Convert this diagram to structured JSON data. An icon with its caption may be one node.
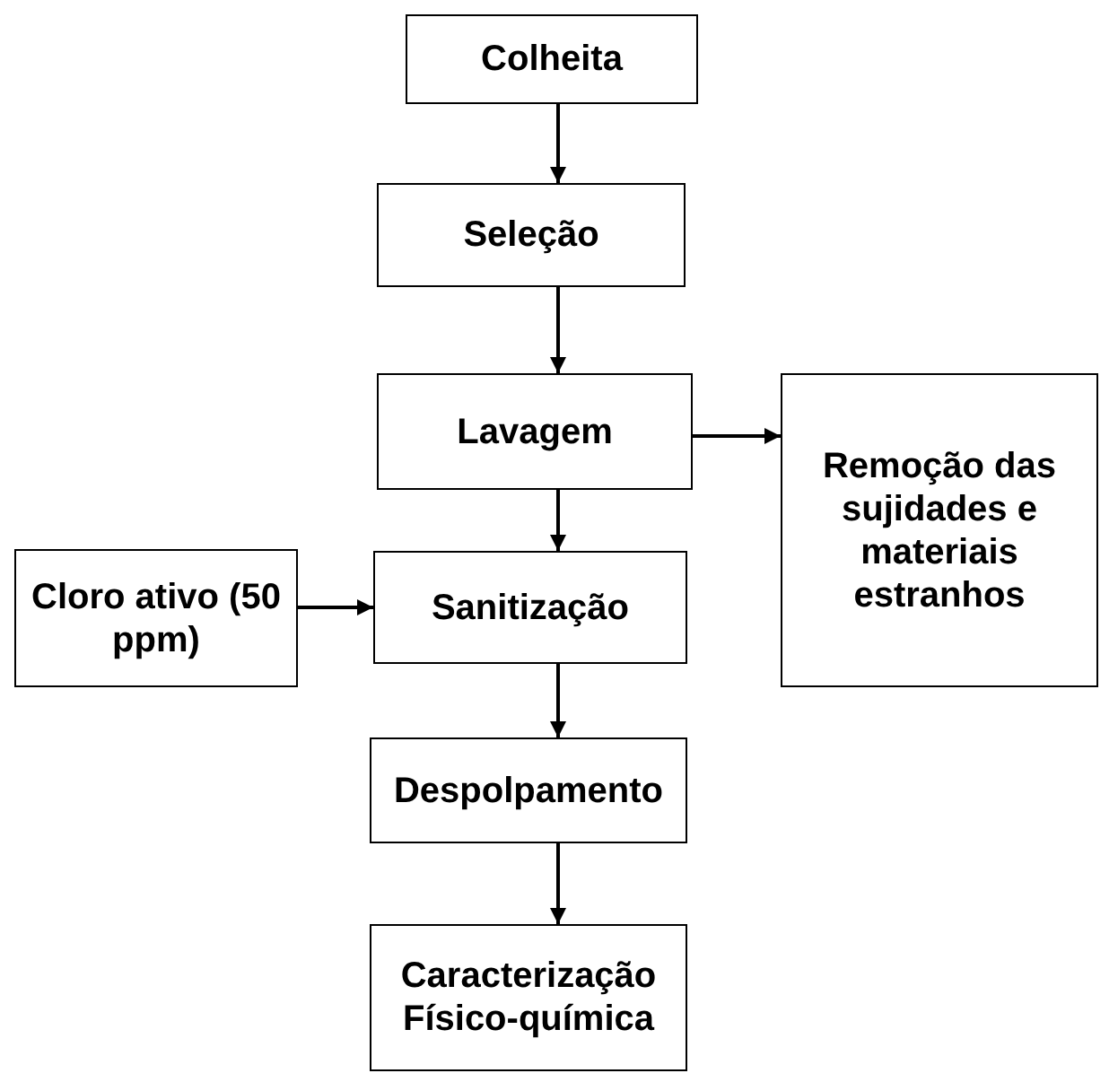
{
  "diagram": {
    "nodes": [
      {
        "text": [
          "Colheita"
        ]
      },
      {
        "text": [
          "Seleção"
        ]
      },
      {
        "text": [
          "Lavagem"
        ]
      },
      {
        "text": [
          "Remoção das sujidades e materiais estranhos"
        ]
      },
      {
        "text": [
          "Cloro ativo (50 ppm)"
        ]
      },
      {
        "text": [
          "Sanitização"
        ]
      },
      {
        "text": [
          "Despolpamento"
        ]
      },
      {
        "text": [
          "Caracterização Físico-química"
        ]
      }
    ],
    "edges": [
      {
        "from": 0,
        "to": 1,
        "arrow": "to"
      },
      {
        "from": 1,
        "to": 2,
        "arrow": "to"
      },
      {
        "from": 2,
        "to": 3,
        "arrow": "to"
      },
      {
        "from": 2,
        "to": 5,
        "arrow": "to"
      },
      {
        "from": 4,
        "to": 5,
        "arrow": "to"
      },
      {
        "from": 5,
        "to": 6,
        "arrow": "to"
      },
      {
        "from": 6,
        "to": 7,
        "arrow": "to"
      }
    ]
  }
}
